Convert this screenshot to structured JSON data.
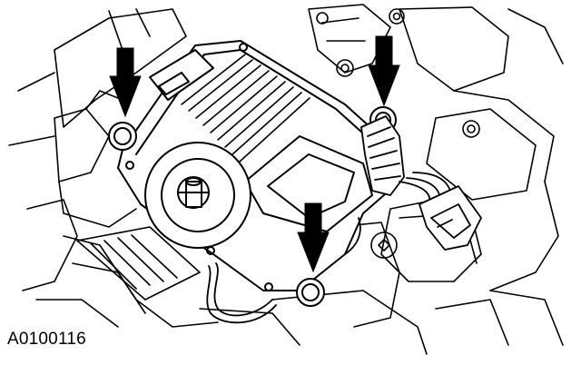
{
  "figure": {
    "reference_code": "A0100116",
    "colors": {
      "line": "#000000",
      "fill": "#ffffff"
    },
    "callouts": [
      {
        "name": "arrow-left-bolt",
        "icon": "arrow-down-icon"
      },
      {
        "name": "arrow-center-bolt",
        "icon": "arrow-down-icon"
      },
      {
        "name": "arrow-right-connector",
        "icon": "arrow-down-icon"
      }
    ]
  }
}
